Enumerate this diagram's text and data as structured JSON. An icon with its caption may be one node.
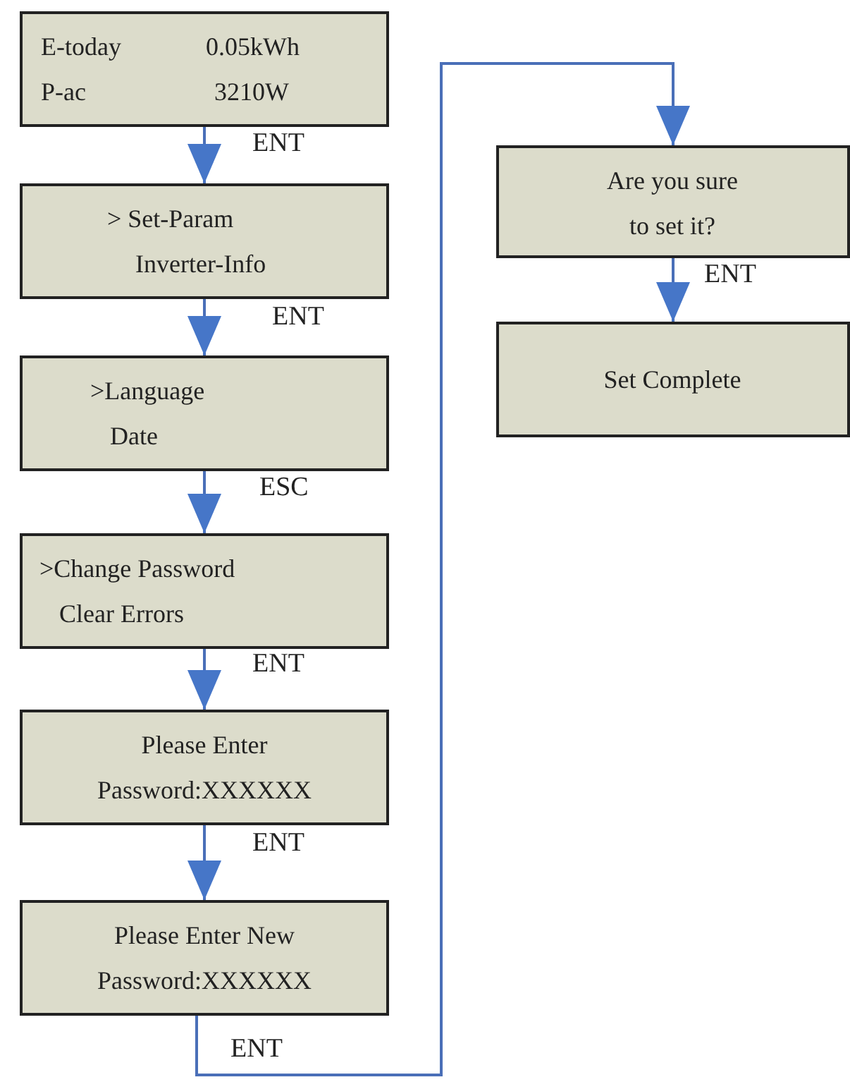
{
  "diagram": {
    "nodes": [
      {
        "text": [
          "E-today",
          "0.05kWh",
          "P-ac",
          "3210W"
        ]
      },
      {
        "text": [
          "> Set-Param",
          "Inverter-Info"
        ]
      },
      {
        "text": [
          ">Language",
          "Date"
        ]
      },
      {
        "text": [
          ">Change Password",
          "Clear Errors"
        ]
      },
      {
        "text": [
          "Please Enter",
          "Password:XXXXXX"
        ]
      },
      {
        "text": [
          "Please Enter New",
          "Password:XXXXXX"
        ]
      },
      {
        "text": [
          "Are you sure",
          "to  set it?"
        ]
      },
      {
        "text": [
          "Set Complete"
        ]
      }
    ],
    "edges": [
      {
        "from": 0,
        "to": 1,
        "arrow": "to",
        "label": "ENT"
      },
      {
        "from": 1,
        "to": 2,
        "arrow": "to",
        "label": "ENT"
      },
      {
        "from": 2,
        "to": 3,
        "arrow": "to",
        "label": "ESC"
      },
      {
        "from": 3,
        "to": 4,
        "arrow": "to",
        "label": "ENT"
      },
      {
        "from": 4,
        "to": 5,
        "arrow": "to",
        "label": "ENT"
      },
      {
        "from": 5,
        "to": 6,
        "arrow": "to",
        "label": "ENT"
      },
      {
        "from": 6,
        "to": 7,
        "arrow": "to",
        "label": "ENT"
      }
    ]
  }
}
